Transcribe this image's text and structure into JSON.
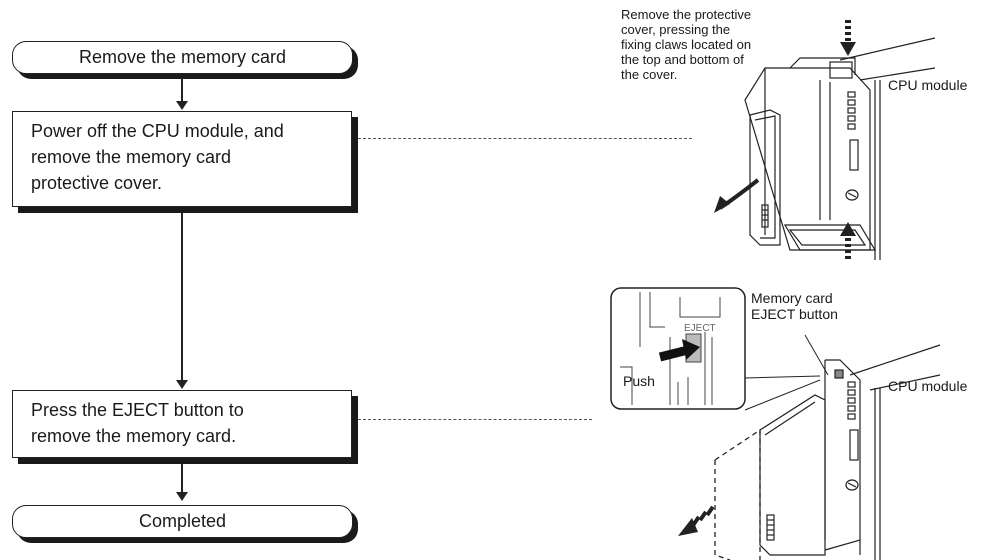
{
  "flow": {
    "start": "Remove the memory card",
    "step1": [
      "Power off the CPU module, and",
      "remove the memory card",
      "protective cover."
    ],
    "step2": [
      "Press the EJECT button to",
      "remove the memory card."
    ],
    "end": "Completed"
  },
  "figure_top": {
    "note": [
      "Remove the protective",
      "cover, pressing the",
      "fixing claws located on",
      "the top and bottom of",
      "the cover."
    ],
    "cpu_label": "CPU module"
  },
  "figure_bottom": {
    "eject_label": [
      "Memory card",
      "EJECT button"
    ],
    "push_label": "Push",
    "inset_text": "EJECT",
    "cpu_label": "CPU module"
  }
}
